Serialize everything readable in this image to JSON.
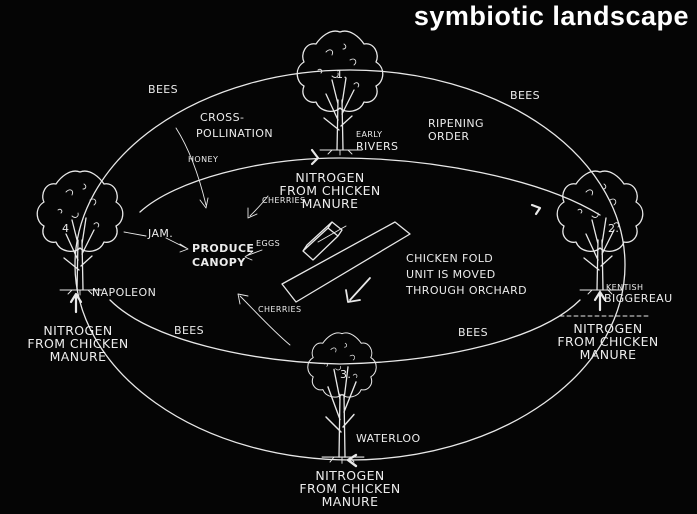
{
  "title": "symbiotic landscape",
  "trees": [
    {
      "number": "1.",
      "name": [
        "EARLY",
        "RIVERS"
      ]
    },
    {
      "number": "2.",
      "name": [
        "KENTISH",
        "BIGGEREAU"
      ]
    },
    {
      "number": "3.",
      "name": [
        "WATERLOO"
      ]
    },
    {
      "number": "4",
      "name": [
        "NAPOLEON"
      ]
    }
  ],
  "nitrogen_label": [
    "NITROGEN",
    "FROM CHICKEN",
    "MANURE"
  ],
  "bees": "BEES",
  "cross_pollination": [
    "CROSS-",
    "POLLINATION"
  ],
  "ripening_order": [
    "RIPENING",
    "ORDER"
  ],
  "honey": "HONEY",
  "cherries": "CHERRIES",
  "jam": "JAM.",
  "eggs": "EGGS",
  "produce_canopy": [
    "PRODUCE",
    "CANOPY"
  ],
  "chicken_fold": [
    "CHICKEN FOLD",
    "UNIT IS MOVED",
    "THROUGH ORCHARD"
  ]
}
